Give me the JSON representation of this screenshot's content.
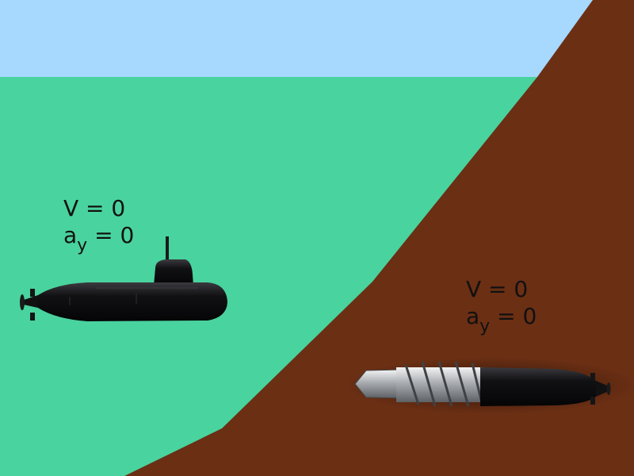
{
  "colors": {
    "sky": "#a7d8fd",
    "water": "#49d39e",
    "earth": "#6b2f14",
    "hull": "#0d0d0f",
    "drill_metal": "#b9bcc0"
  },
  "labels": {
    "left": {
      "velocity": "V = 0",
      "accel_symbol": "a",
      "accel_subscript": "y",
      "accel_value": "= 0"
    },
    "right": {
      "velocity": "V = 0",
      "accel_symbol": "a",
      "accel_subscript": "y",
      "accel_value": "= 0"
    }
  },
  "objects": {
    "left": "submarine",
    "right": "drill-submarine"
  }
}
